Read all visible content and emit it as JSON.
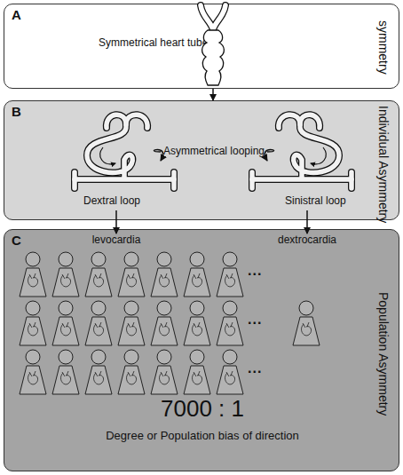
{
  "diagram": {
    "nodes": [
      {
        "text": [
          "A",
          "Symmetrical heart tube",
          "symmetry"
        ]
      },
      {
        "text": [
          "B",
          "Individual Asymmetry"
        ]
      },
      {
        "text": [
          "Asymmetrical looping"
        ],
        "in": 1
      },
      {
        "text": [
          "Dextral loop"
        ],
        "in": 1
      },
      {
        "text": [
          "Sinistral loop"
        ],
        "in": 1
      },
      {
        "text": [
          "C",
          "Population Asymmetry",
          "7000 : 1",
          "Degree or Population bias of direction"
        ]
      },
      {
        "text": [
          "levocardia"
        ],
        "in": 5
      },
      {
        "text": [
          "dextrocardia"
        ],
        "in": 5
      }
    ],
    "edges": [
      {
        "from": 0,
        "to": 1,
        "arrow": "to"
      },
      {
        "from": 2,
        "to": 3,
        "arrow": "to"
      },
      {
        "from": 2,
        "to": 4,
        "arrow": "to"
      },
      {
        "from": 3,
        "to": 6,
        "arrow": "to"
      },
      {
        "from": 4,
        "to": 7,
        "arrow": "to"
      }
    ],
    "labels": [
      "...",
      "...",
      "..."
    ]
  }
}
